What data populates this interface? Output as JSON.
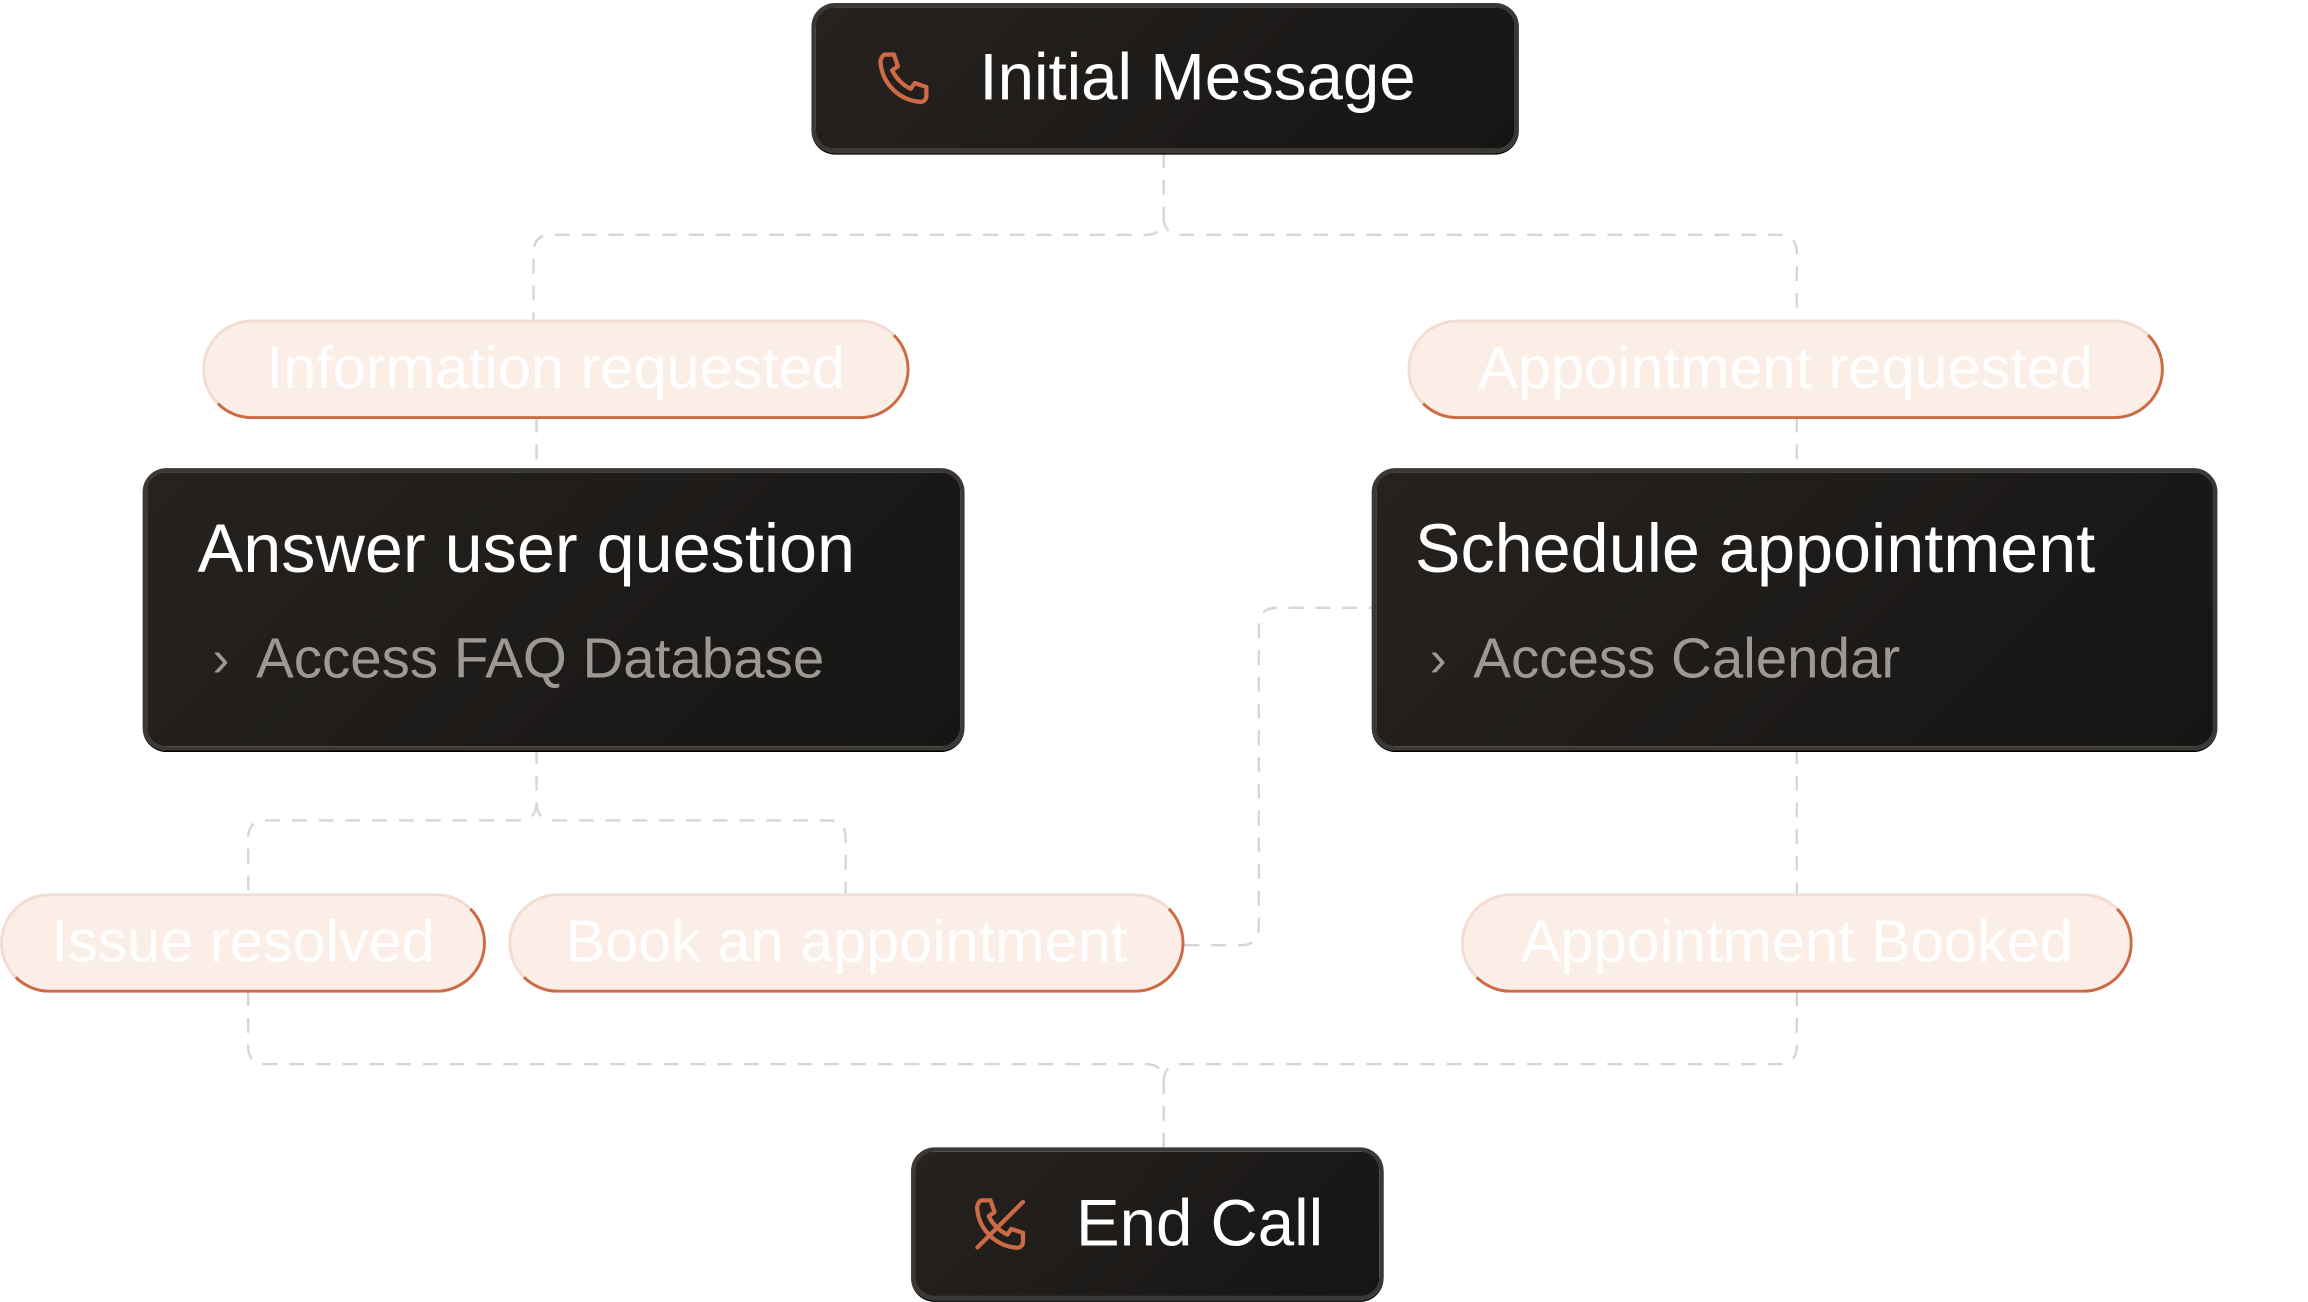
{
  "start": {
    "label": "Initial Message",
    "icon": "phone-icon"
  },
  "conditions": {
    "information_requested": "Information requested",
    "appointment_requested": "Appointment requested",
    "issue_resolved": "Issue resolved",
    "book_an_appointment": "Book an appointment",
    "appointment_booked": "Appointment Booked"
  },
  "tasks": {
    "answer": {
      "title": "Answer user question",
      "tool": "Access FAQ Database"
    },
    "schedule": {
      "title": "Schedule appointment",
      "tool": "Access Calendar"
    }
  },
  "end": {
    "label": "End Call",
    "icon": "phone-hangup-icon"
  },
  "colors": {
    "accent": "#cc6b45",
    "node_background": "#1a1817",
    "pill_background": "#fbeee7",
    "connector": "#d6d6d6"
  }
}
